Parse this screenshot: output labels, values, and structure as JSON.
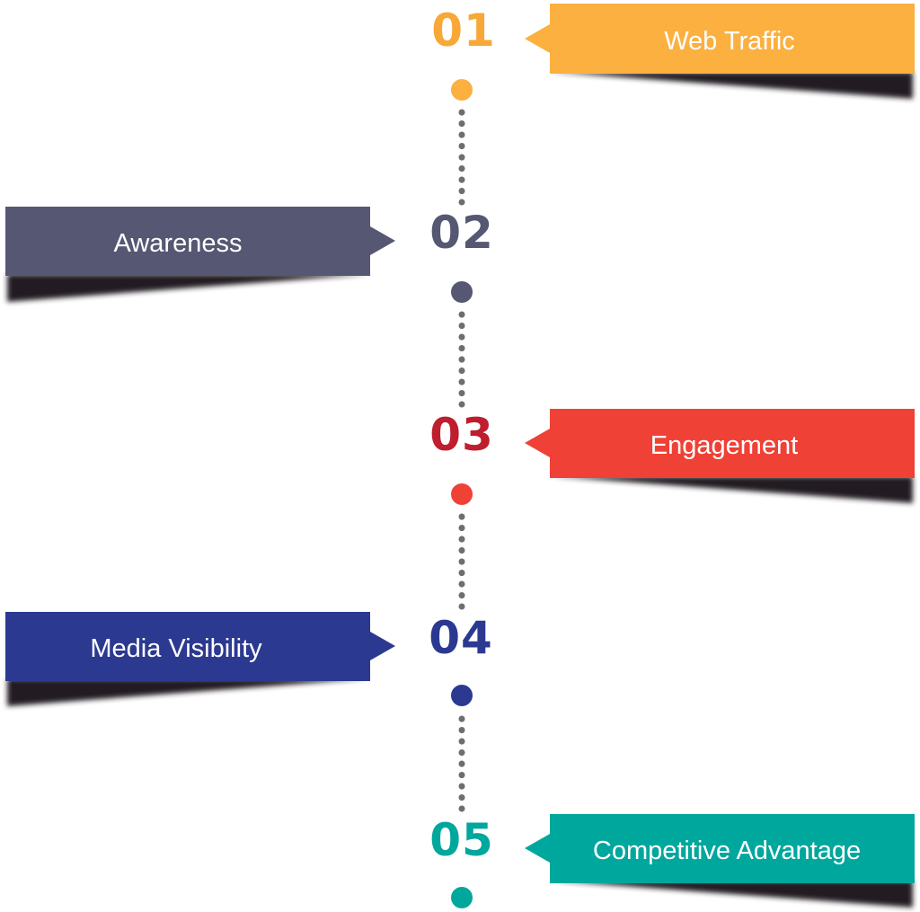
{
  "steps": [
    {
      "number": "01",
      "label": "Web Traffic",
      "color": "#FBB040",
      "number_color": "#F7A836"
    },
    {
      "number": "02",
      "label": "Awareness",
      "color": "#555773",
      "number_color": "#555773"
    },
    {
      "number": "03",
      "label": "Engagement",
      "color": "#EF4136",
      "number_color": "#BE1E2D"
    },
    {
      "number": "04",
      "label": "Media Visibility",
      "color": "#2B3990",
      "number_color": "#2B3990"
    },
    {
      "number": "05",
      "label": "Competitive Advantage",
      "color": "#00A79D",
      "number_color": "#00A79D"
    }
  ],
  "connector_color": "#6D6E71",
  "shadow_color": "#231F20"
}
